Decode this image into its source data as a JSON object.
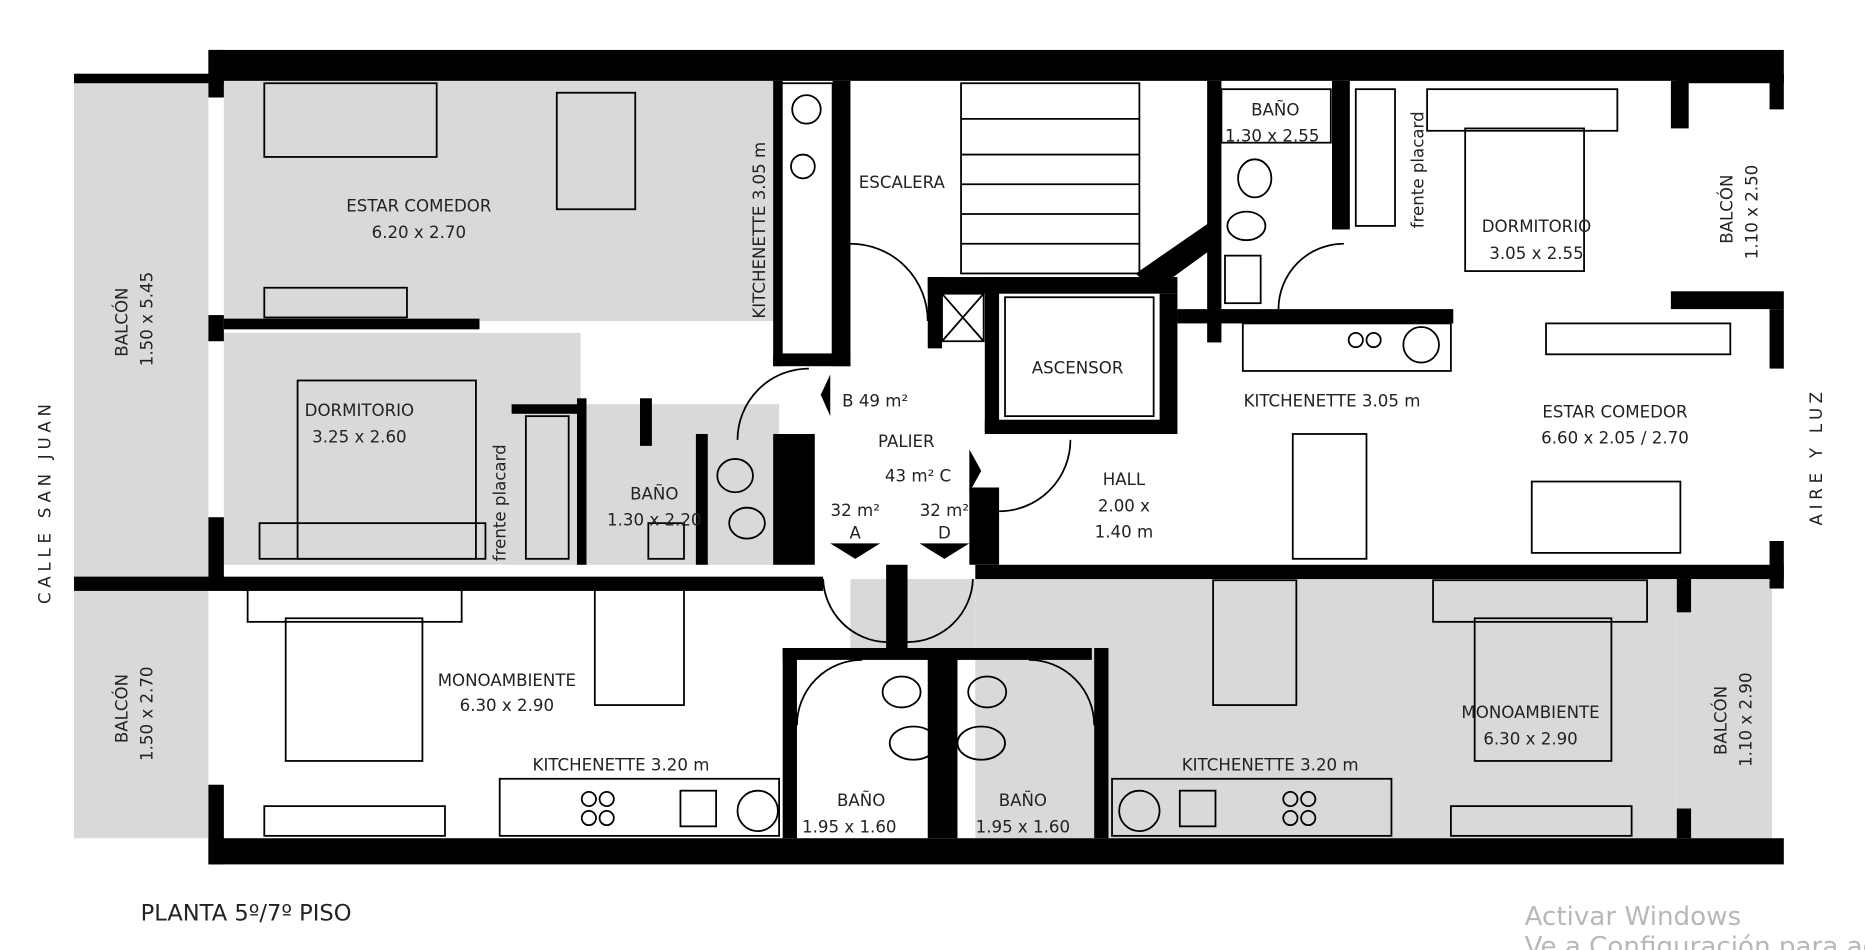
{
  "plan": {
    "title": "PLANTA 5º/7º PISO",
    "street_left": "CALLE SAN JUAN",
    "side_right": "AIRE Y LUZ",
    "rooms": {
      "estar_tl": {
        "name": "ESTAR COMEDOR",
        "dim": "6.20 x 2.70"
      },
      "kitchenette_tl": {
        "name": "KITCHENETTE 3.05 m"
      },
      "escalera": {
        "name": "ESCALERA"
      },
      "bano_tr": {
        "name": "BAÑO",
        "dim": "1.30 x 2.55"
      },
      "placard_tr": {
        "name": "frente placard"
      },
      "dormitorio_tr": {
        "name": "DORMITORIO",
        "dim": "3.05 x 2.55"
      },
      "balcon_tr": {
        "name": "BALCÓN",
        "dim": "1.10 x 2.50"
      },
      "balcon_tl": {
        "name": "BALCÓN",
        "dim": "1.50 x 5.45"
      },
      "dormitorio_l": {
        "name": "DORMITORIO",
        "dim": "3.25 x 2.60"
      },
      "placard_l": {
        "name": "frente placard"
      },
      "bano_l": {
        "name": "BAÑO",
        "dim": "1.30 x 2.20"
      },
      "ascensor": {
        "name": "ASCENSOR"
      },
      "kitchenette_r": {
        "name": "KITCHENETTE 3.05 m"
      },
      "estar_r": {
        "name": "ESTAR COMEDOR",
        "dim": "6.60 x 2.05 / 2.70"
      },
      "palier": {
        "name": "PALIER"
      },
      "hall": {
        "name": "HALL",
        "dim1": "2.00 x",
        "dim2": "1.40 m"
      },
      "unit_b": "B 49 m²",
      "unit_c": "43 m² C",
      "unit_a": {
        "area": "32 m²",
        "letter": "A"
      },
      "unit_d": {
        "area": "32 m²",
        "letter": "D"
      },
      "balcon_bl": {
        "name": "BALCÓN",
        "dim": "1.50 x 2.70"
      },
      "mono_l": {
        "name": "MONOAMBIENTE",
        "dim": "6.30 x 2.90"
      },
      "kitchenette_bl": {
        "name": "KITCHENETTE 3.20 m"
      },
      "bano_bl": {
        "name": "BAÑO",
        "dim": "1.95 x 1.60"
      },
      "bano_br": {
        "name": "BAÑO",
        "dim": "1.95 x 1.60"
      },
      "kitchenette_br": {
        "name": "KITCHENETTE 3.20 m"
      },
      "mono_r": {
        "name": "MONOAMBIENTE",
        "dim": "6.30 x 2.90"
      },
      "balcon_br": {
        "name": "BALCÓN",
        "dim": "1.10 x 2.90"
      }
    }
  },
  "watermark": {
    "line1": "Activar Windows",
    "line2": "Ve a Configuración para activar Windows."
  },
  "colors": {
    "wall": "#000000",
    "shaded_unit": "#d9d9d9",
    "background": "#ffffff"
  }
}
